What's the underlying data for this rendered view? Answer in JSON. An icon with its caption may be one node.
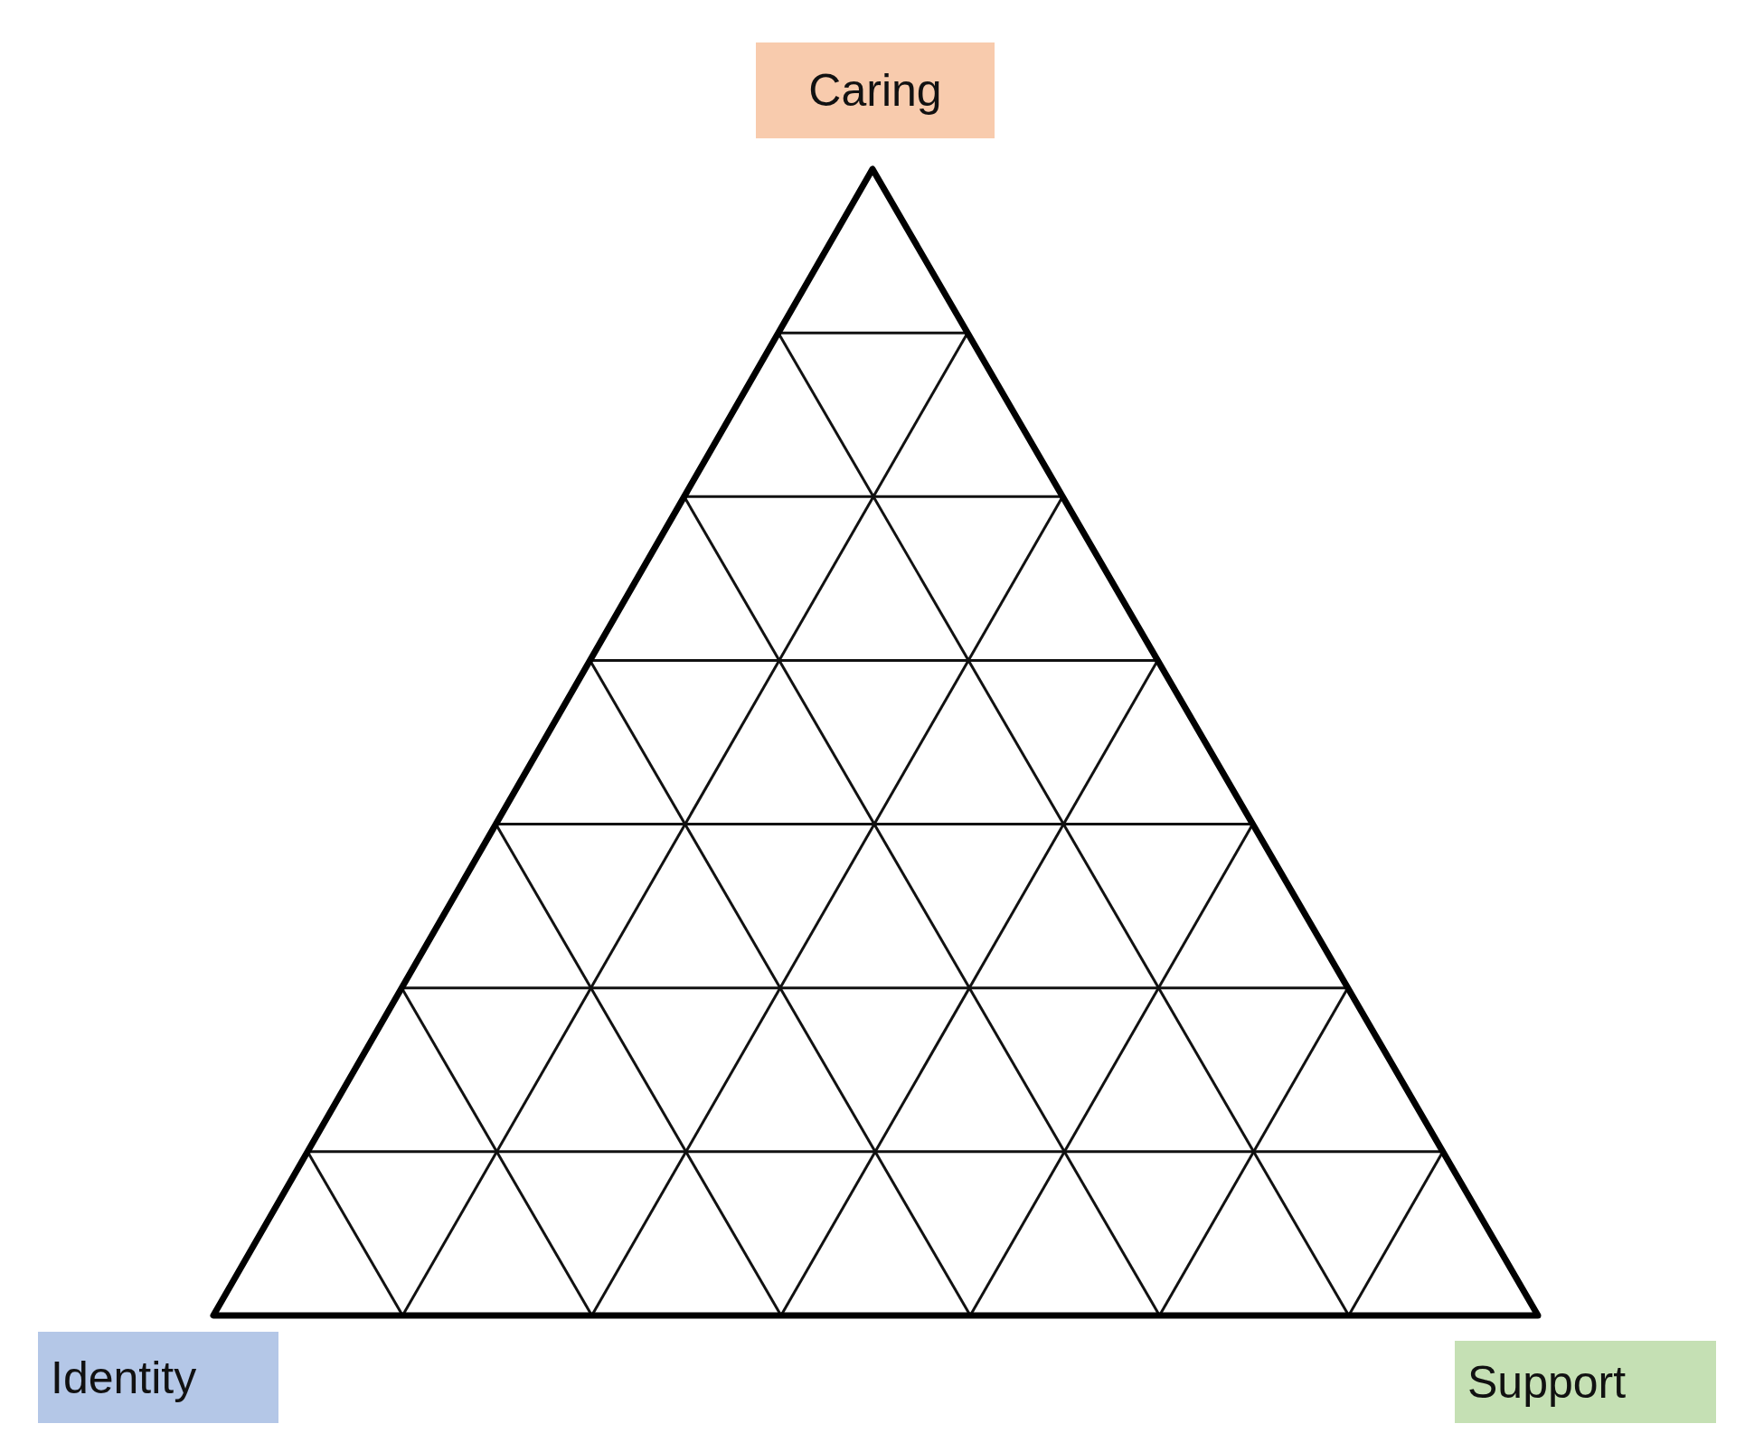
{
  "diagram": {
    "nodes": [
      {
        "text": [
          "Caring"
        ]
      },
      {
        "text": [
          "Identity"
        ]
      },
      {
        "text": [
          "Support"
        ]
      }
    ]
  }
}
